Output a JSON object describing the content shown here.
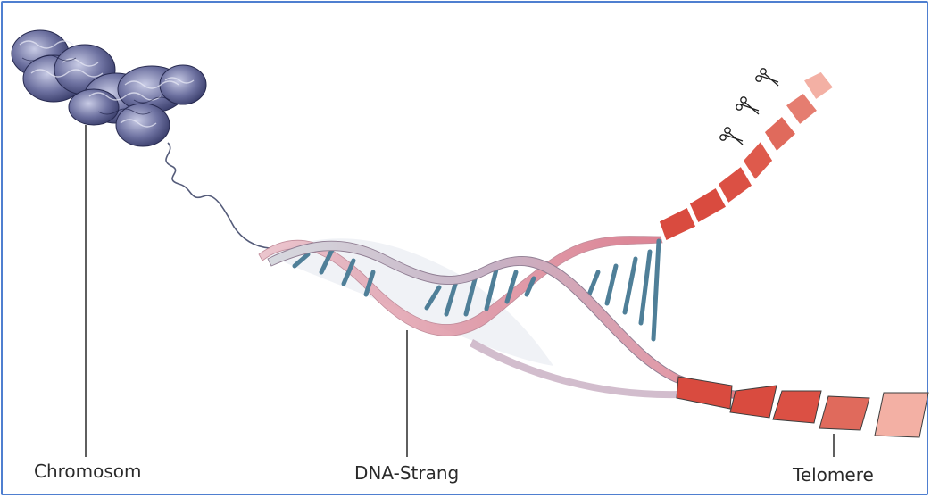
{
  "labels": {
    "chromosome": "Chromosom",
    "dna_strand": "DNA-Strang",
    "telomeres": "Telomere"
  },
  "colors": {
    "frame": "#4f7fd0",
    "chromosome": "#5a5f8c",
    "helix_strand": "#b9a4b8",
    "base_pairs": "#4f7f98",
    "telomere": "#d94b3f",
    "telomere_light": "#f3b0a4"
  },
  "icons": {
    "cut_marker": "scissors-icon"
  }
}
